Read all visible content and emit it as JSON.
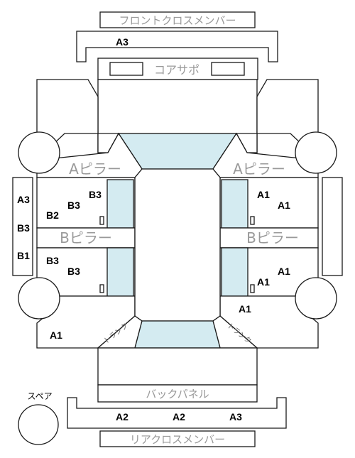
{
  "labels": {
    "front_cross_member": "フロントクロスメンバー",
    "core_support": "コアサポ",
    "a_pillar_left": "Aピラー",
    "a_pillar_right": "Aピラー",
    "b_pillar_left": "Bピラー",
    "b_pillar_right": "Bピラー",
    "back_panel": "バックパネル",
    "rear_cross_member": "リアクロスメンバー",
    "spare": "スペア",
    "trunk_left": "トランク",
    "trunk_right": "トランク"
  },
  "grades": {
    "front_cross_member": "A3",
    "left_side_sill": [
      "A3",
      "B3",
      "B1"
    ],
    "left_front_door": [
      "B3",
      "B2",
      "B3"
    ],
    "left_rear_door": [
      "B3",
      "B3"
    ],
    "left_rear_fender": "A1",
    "right_front_door": [
      "A1",
      "A1"
    ],
    "right_rear_door": [
      "A1",
      "A1"
    ],
    "right_rear_fender": "A1",
    "rear_cross_member": [
      "A2",
      "A2",
      "A3"
    ]
  },
  "colors": {
    "glass": "#d4ebf1",
    "outline": "#1a1a1a",
    "label_gray": "#999999"
  }
}
